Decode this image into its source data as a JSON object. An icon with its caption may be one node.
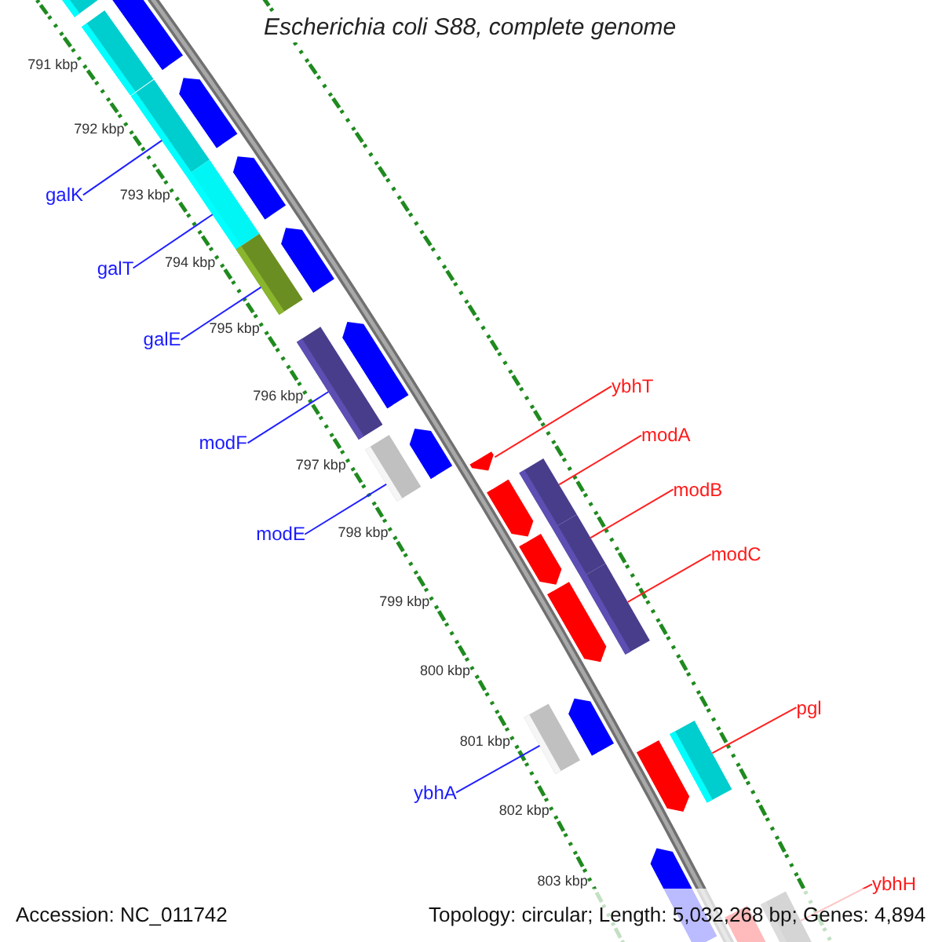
{
  "diagram": {
    "title": "Escherichia coli S88, complete genome",
    "nodes": [
      {
        "text": [
          "galK"
        ]
      },
      {
        "text": [],
        "shape": "bar"
      },
      {
        "text": [
          "galT"
        ]
      },
      {
        "text": [],
        "shape": "bar"
      },
      {
        "text": [
          "galE"
        ]
      },
      {
        "text": [],
        "shape": "bar"
      },
      {
        "text": [
          "modF"
        ]
      },
      {
        "text": [],
        "shape": "bar"
      },
      {
        "text": [
          "modE"
        ]
      },
      {
        "text": [],
        "shape": "bar"
      },
      {
        "text": [
          "ybhT"
        ]
      },
      {
        "text": [],
        "shape": "bar"
      },
      {
        "text": [
          "modA"
        ]
      },
      {
        "text": [],
        "shape": "bar"
      },
      {
        "text": [
          "modB"
        ]
      },
      {
        "text": [],
        "shape": "bar"
      },
      {
        "text": [
          "modC"
        ]
      },
      {
        "text": [],
        "shape": "bar"
      },
      {
        "text": [
          "pgl"
        ]
      },
      {
        "text": [],
        "shape": "bar"
      },
      {
        "text": [
          "ybhA"
        ]
      },
      {
        "text": [],
        "shape": "bar"
      },
      {
        "text": [
          "ybhH"
        ]
      },
      {
        "text": [],
        "shape": "bar"
      },
      {
        "text": [],
        "shape": "bar"
      },
      {
        "text": [],
        "shape": "bar"
      },
      {
        "text": [],
        "shape": "bar"
      },
      {
        "text": [],
        "shape": "bar"
      },
      {
        "text": [],
        "shape": "bar"
      },
      {
        "text": [],
        "shape": "bar"
      },
      {
        "text": [],
        "shape": "bar"
      },
      {
        "text": [],
        "shape": "bar"
      },
      {
        "text": [],
        "shape": "bar"
      },
      {
        "text": [],
        "shape": "bar"
      },
      {
        "text": [],
        "shape": "bar"
      },
      {
        "text": [],
        "shape": "bar"
      },
      {
        "text": [],
        "shape": "bar"
      },
      {
        "text": [],
        "shape": "bar"
      },
      {
        "text": [],
        "shape": "bar"
      }
    ],
    "edges": [
      {
        "from": 0,
        "to": 1,
        "arrow": "none",
        "color": "#2020ff"
      },
      {
        "from": 2,
        "to": 3,
        "arrow": "none",
        "color": "#2020ff"
      },
      {
        "from": 4,
        "to": 5,
        "arrow": "none",
        "color": "#2020ff"
      },
      {
        "from": 6,
        "to": 7,
        "arrow": "none",
        "color": "#2020ff"
      },
      {
        "from": 8,
        "to": 9,
        "arrow": "none",
        "color": "#2020ff"
      },
      {
        "from": 10,
        "to": 11,
        "arrow": "none",
        "color": "#ff2020"
      },
      {
        "from": 12,
        "to": 13,
        "arrow": "none",
        "color": "#ff2020"
      },
      {
        "from": 14,
        "to": 15,
        "arrow": "none",
        "color": "#ff2020"
      },
      {
        "from": 16,
        "to": 17,
        "arrow": "none",
        "color": "#ff2020"
      },
      {
        "from": 18,
        "to": 19,
        "arrow": "none",
        "color": "#ff2020"
      },
      {
        "from": 20,
        "to": 21,
        "arrow": "none",
        "color": "#2020ff"
      },
      {
        "from": 22,
        "to": 23,
        "arrow": "none",
        "color": "#ff2020"
      }
    ],
    "labels": [
      "791 kbp",
      "792 kbp",
      "793 kbp",
      "794 kbp",
      "795 kbp",
      "796 kbp",
      "797 kbp",
      "798 kbp",
      "799 kbp",
      "800 kbp",
      "801 kbp",
      "802 kbp",
      "803 kbp",
      "Accession: NC_011742",
      "Topology: circular; Length: 5,032,268 bp; Genes: 4,894"
    ]
  }
}
